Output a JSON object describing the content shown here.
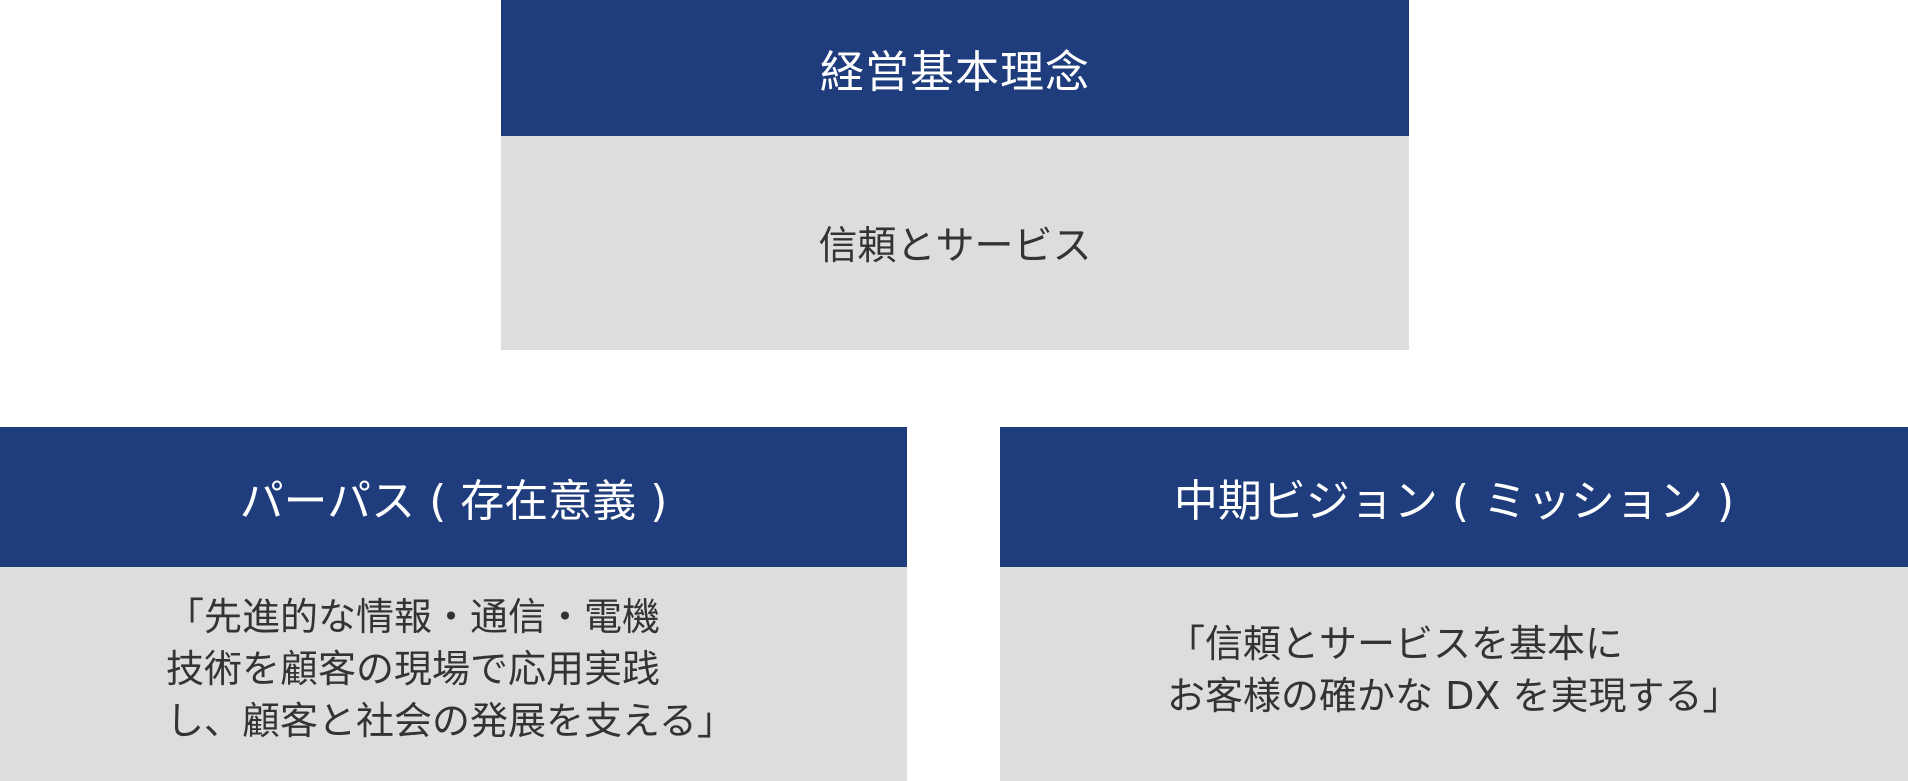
{
  "colors": {
    "header_bg": "#1f3d7d",
    "header_text": "#ffffff",
    "body_bg": "#dddddd",
    "body_text": "#333333"
  },
  "philosophy": {
    "title": "経営基本理念",
    "content": "信頼とサービス"
  },
  "purpose": {
    "title": "パーパス ( 存在意義 )",
    "lines": [
      "「先進的な情報・通信・電機",
      "技術を顧客の現場で応用実践",
      "し、顧客と社会の発展を支える」"
    ]
  },
  "vision": {
    "title": "中期ビジョン ( ミッション )",
    "lines": [
      "「信頼とサービスを基本に",
      "お客様の確かな DX を実現する」"
    ]
  }
}
